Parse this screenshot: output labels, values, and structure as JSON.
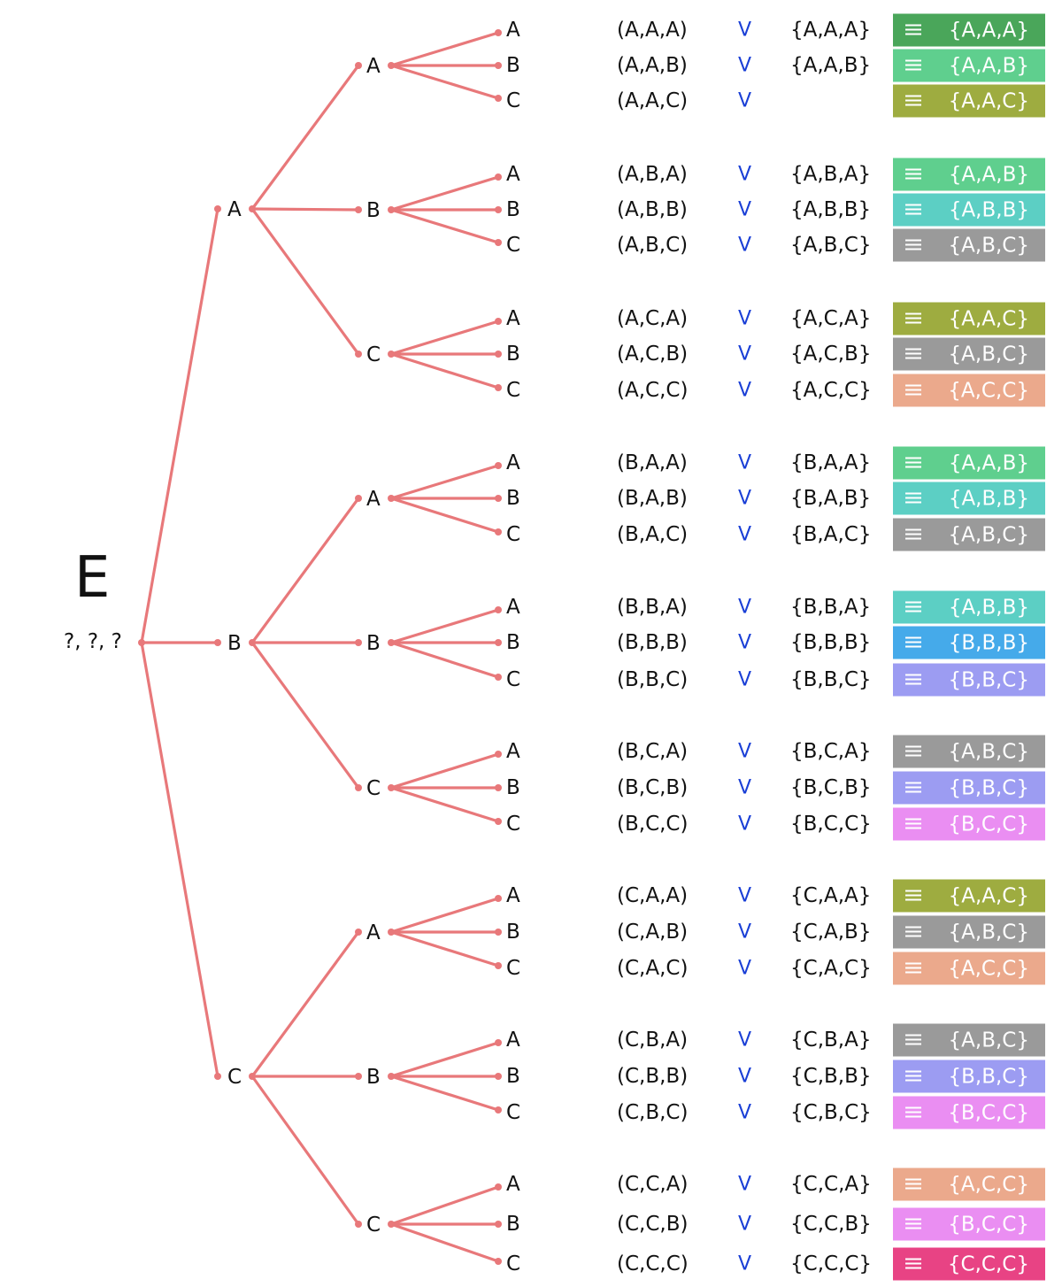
{
  "root": {
    "title": "E",
    "subtitle": "?, ?, ?"
  },
  "colors": {
    "tree_line": "#e8787a",
    "check_mark": "#1a3fd6",
    "multisets": {
      "{A,A,A}": "#4aa65a",
      "{A,A,B}": "#5fcf8e",
      "{A,A,C}": "#9eac40",
      "{A,B,B}": "#5ccfc4",
      "{A,B,C}": "#9a9a9a",
      "{A,C,C}": "#eba98c",
      "{B,B,B}": "#45aaea",
      "{B,B,C}": "#9c9cf2",
      "{B,C,C}": "#ea8ef2",
      "{C,C,C}": "#e84384"
    }
  },
  "level1": [
    "A",
    "B",
    "C"
  ],
  "level2": [
    "A",
    "B",
    "C"
  ],
  "level3": [
    "A",
    "B",
    "C"
  ],
  "check_symbol": "V",
  "menu_icon": "hamburger-icon",
  "rows": [
    {
      "tuple": "(A,A,A)",
      "set": "{A,A,A}",
      "multiset": "{A,A,A}"
    },
    {
      "tuple": "(A,A,B)",
      "set": "{A,A,B}",
      "multiset": "{A,A,B}"
    },
    {
      "tuple": "(A,A,C)",
      "set": "",
      "multiset": "{A,A,C}"
    },
    {
      "tuple": "(A,B,A)",
      "set": "{A,B,A}",
      "multiset": "{A,A,B}"
    },
    {
      "tuple": "(A,B,B)",
      "set": "{A,B,B}",
      "multiset": "{A,B,B}"
    },
    {
      "tuple": "(A,B,C)",
      "set": "{A,B,C}",
      "multiset": "{A,B,C}"
    },
    {
      "tuple": "(A,C,A)",
      "set": "{A,C,A}",
      "multiset": "{A,A,C}"
    },
    {
      "tuple": "(A,C,B)",
      "set": "{A,C,B}",
      "multiset": "{A,B,C}"
    },
    {
      "tuple": "(A,C,C)",
      "set": "{A,C,C}",
      "multiset": "{A,C,C}"
    },
    {
      "tuple": "(B,A,A)",
      "set": "{B,A,A}",
      "multiset": "{A,A,B}"
    },
    {
      "tuple": "(B,A,B)",
      "set": "{B,A,B}",
      "multiset": "{A,B,B}"
    },
    {
      "tuple": "(B,A,C)",
      "set": "{B,A,C}",
      "multiset": "{A,B,C}"
    },
    {
      "tuple": "(B,B,A)",
      "set": "{B,B,A}",
      "multiset": "{A,B,B}"
    },
    {
      "tuple": "(B,B,B)",
      "set": "{B,B,B}",
      "multiset": "{B,B,B}"
    },
    {
      "tuple": "(B,B,C)",
      "set": "{B,B,C}",
      "multiset": "{B,B,C}"
    },
    {
      "tuple": "(B,C,A)",
      "set": "{B,C,A}",
      "multiset": "{A,B,C}"
    },
    {
      "tuple": "(B,C,B)",
      "set": "{B,C,B}",
      "multiset": "{B,B,C}"
    },
    {
      "tuple": "(B,C,C)",
      "set": "{B,C,C}",
      "multiset": "{B,C,C}"
    },
    {
      "tuple": "(C,A,A)",
      "set": "{C,A,A}",
      "multiset": "{A,A,C}"
    },
    {
      "tuple": "(C,A,B)",
      "set": "{C,A,B}",
      "multiset": "{A,B,C}"
    },
    {
      "tuple": "(C,A,C)",
      "set": "{C,A,C}",
      "multiset": "{A,C,C}"
    },
    {
      "tuple": "(C,B,A)",
      "set": "{C,B,A}",
      "multiset": "{A,B,C}"
    },
    {
      "tuple": "(C,B,B)",
      "set": "{C,B,B}",
      "multiset": "{B,B,C}"
    },
    {
      "tuple": "(C,B,C)",
      "set": "{C,B,C}",
      "multiset": "{B,C,C}"
    },
    {
      "tuple": "(C,C,A)",
      "set": "{C,C,A}",
      "multiset": "{A,C,C}"
    },
    {
      "tuple": "(C,C,B)",
      "set": "{C,C,B}",
      "multiset": "{B,C,C}"
    },
    {
      "tuple": "(C,C,C)",
      "set": "{C,C,C}",
      "multiset": "{C,C,C}"
    }
  ]
}
